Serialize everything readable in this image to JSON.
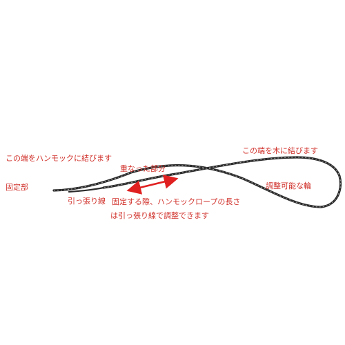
{
  "colors": {
    "label": "#d0302a",
    "arrow": "#e02020",
    "rope_dark": "#2a2a2a",
    "rope_light": "#9a9a9a"
  },
  "labels": {
    "tie_to_hammock": "この端をハンモックに結びます",
    "tie_to_tree": "この端を木に結びます",
    "fixed_part": "固定部",
    "overlap": "重なった部分",
    "adjustable_loop": "調整可能な輪",
    "pull_line": "引っ張り線",
    "note_line1": "固定する際、ハンモックロープの長さ",
    "note_line2": "は引っ張り線で調整できます"
  }
}
